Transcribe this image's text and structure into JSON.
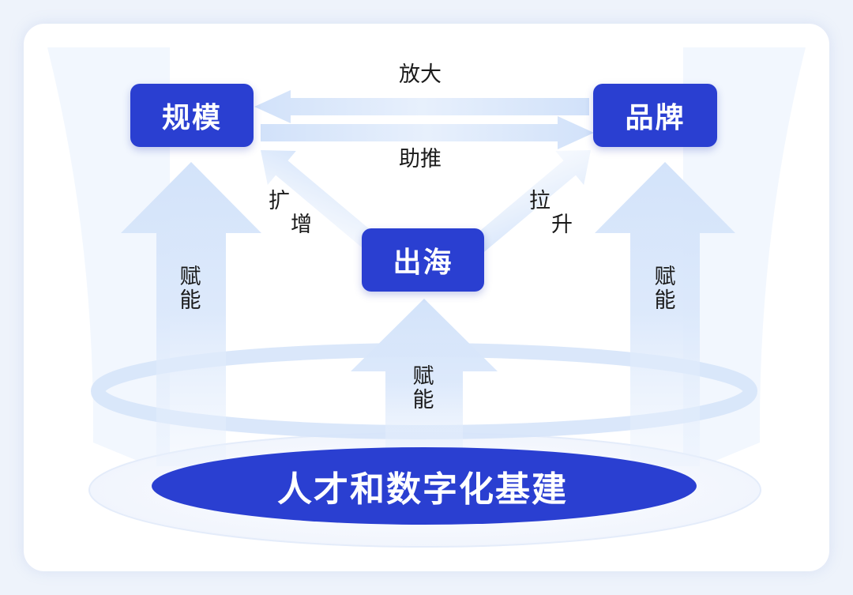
{
  "nodes": {
    "scale": "规模",
    "brand": "品牌",
    "overseas": "出海",
    "foundation": "人才和数字化基建"
  },
  "edges": {
    "brand_to_scale": "放大",
    "scale_to_brand": "助推",
    "overseas_to_scale": "扩增",
    "overseas_to_brand": "拉升",
    "empower": "赋能"
  },
  "colors": {
    "box": "#2a3fd1",
    "arrow_light": "#dbe8fb",
    "ring": "#d6e4fa"
  }
}
